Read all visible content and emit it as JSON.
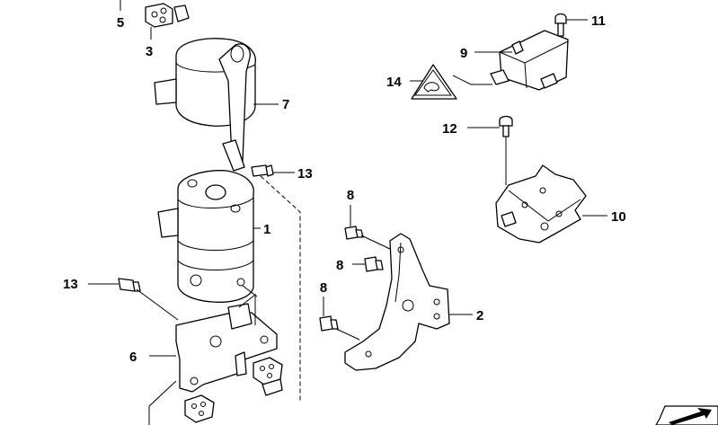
{
  "callouts": {
    "c1": "1",
    "c2": "2",
    "c3": "3",
    "c5": "5",
    "c6": "6",
    "c7": "7",
    "c8a": "8",
    "c8b": "8",
    "c8c": "8",
    "c9": "9",
    "c10": "10",
    "c11": "11",
    "c12": "12",
    "c13a": "13",
    "c13b": "13",
    "c14": "14"
  },
  "colors": {
    "line": "#000000",
    "background": "#ffffff"
  },
  "icons": {
    "warning_triangle": "triangle-warning-icon",
    "page_corner": "arrow-corner-icon"
  }
}
